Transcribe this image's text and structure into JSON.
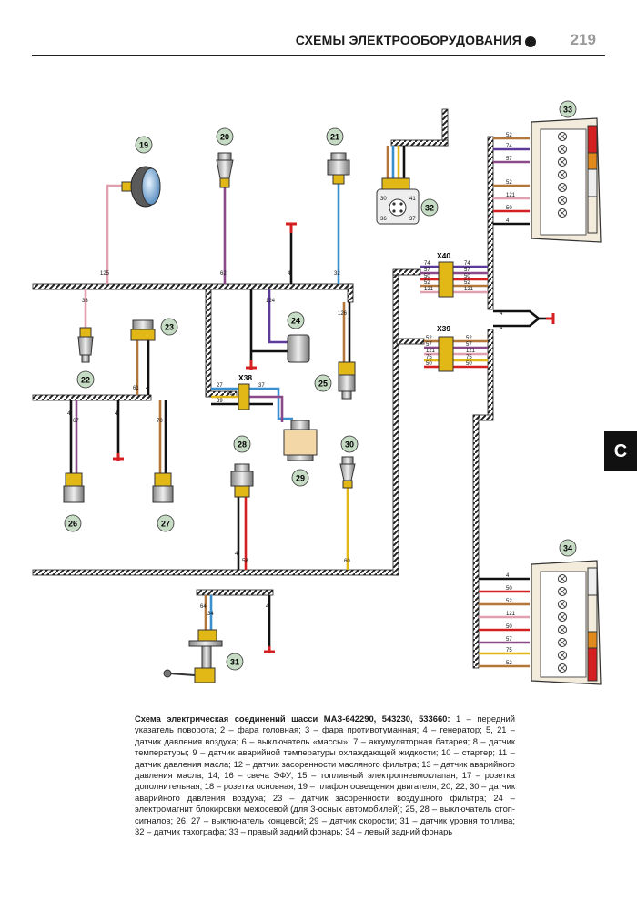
{
  "header": {
    "title": "СХЕМЫ ЭЛЕКТРООБОРУДОВАНИЯ",
    "page_number": "219"
  },
  "side_tab": {
    "letter": "C"
  },
  "callouts": {
    "c19": "19",
    "c20": "20",
    "c21": "21",
    "c22": "22",
    "c23": "23",
    "c24": "24",
    "c25": "25",
    "c26": "26",
    "c27": "27",
    "c28": "28",
    "c29": "29",
    "c30": "30",
    "c31": "31",
    "c32": "32",
    "c33": "33",
    "c34": "34"
  },
  "connectors": {
    "x38": "X38",
    "x39": "X39",
    "x40": "X40"
  },
  "wires": {
    "w125": "125",
    "w62": "62",
    "w4a": "4",
    "w32": "32",
    "w33": "33",
    "w124": "124",
    "w126": "126",
    "w61": "61",
    "w4b": "4",
    "w4c": "4",
    "w67": "67",
    "w4d": "4",
    "w70": "70",
    "w27": "27",
    "w38": "38",
    "w39": "39",
    "w37": "37",
    "w4e": "4",
    "w58": "58",
    "w60": "60",
    "w64": "64",
    "w34": "34",
    "w4f": "4",
    "x40l": [
      "74",
      "57",
      "50",
      "52",
      "121"
    ],
    "x40r": [
      "74",
      "57",
      "50",
      "52",
      "121"
    ],
    "x39l": [
      "52",
      "57",
      "121",
      "75",
      "50"
    ],
    "x39r": [
      "52",
      "57",
      "121",
      "75",
      "50"
    ],
    "lamp33": [
      "52",
      "74",
      "57",
      "52",
      "121",
      "50",
      "4"
    ],
    "lamp34": [
      "4",
      "50",
      "52",
      "121",
      "50",
      "57",
      "75",
      "52"
    ],
    "pin4a": "4",
    "pin4b": "4",
    "pin32": [
      "30",
      "41",
      "36",
      "37"
    ]
  },
  "caption": {
    "title": "Схема электрическая соединений шасси МАЗ-642290, 543230, 533660:",
    "text": " 1 – передний указатель поворота; 2 – фара головная; 3 – фара противотуманная; 4 – генератор; 5, 21 – датчик давления воздуха; 6 – выключатель «массы»; 7 – аккумуляторная батарея; 8 – датчик температуры; 9 – датчик аварийной температуры охлаждающей жидкости; 10 – стартер; 11 – датчик давления масла; 12 – датчик засоренности масляного фильтра; 13 – датчик аварийного давления масла; 14, 16 – свеча ЭФУ; 15 – топливный электропневмоклапан; 17 – розетка дополнительная; 18 – розетка основная; 19 – плафон освещения двигателя; 20, 22, 30 – датчик аварийного давления воздуха; 23 – датчик засоренности воздушного фильтра; 24 – электромагнит блокировки межосевой (для 3-осных автомобилей); 25, 28 – выключатель стоп-сигналов; 26, 27 – выключатель концевой; 29 – датчик скорости; 31 – датчик уровня топлива; 32 – датчик тахографа; 33 – правый задний фонарь; 34 – левый задний фонарь"
  },
  "colors": {
    "harness": "#3a3a3a",
    "black": "#111111",
    "purple": "#8a4a8a",
    "blue": "#3a8fcf",
    "pink": "#e0a0b0",
    "brown": "#b5763a",
    "yellow": "#e2b817",
    "red": "#d42020",
    "orange": "#e08a1e",
    "violet": "#5b3a9a",
    "green": "#2e8b3a",
    "callout": "#c7dcc4"
  }
}
